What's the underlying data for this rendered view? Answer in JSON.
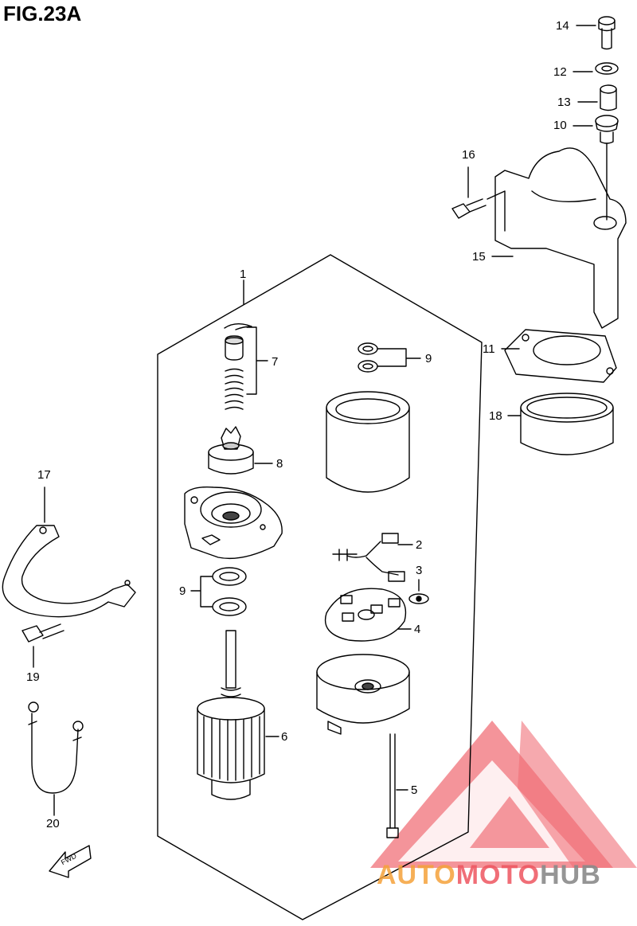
{
  "figure": {
    "title": "FIG.23A"
  },
  "callouts": {
    "c1": "1",
    "c2": "2",
    "c3": "3",
    "c4": "4",
    "c5": "5",
    "c6": "6",
    "c7": "7",
    "c8": "8",
    "c9a": "9",
    "c9b": "9",
    "c10": "10",
    "c11": "11",
    "c12": "12",
    "c13": "13",
    "c14": "14",
    "c15": "15",
    "c16": "16",
    "c17": "17",
    "c18": "18",
    "c19": "19",
    "c20": "20"
  },
  "fwd_arrow": {
    "label": "FWD"
  },
  "watermark": {
    "part1": "AUTO",
    "part2": "MOTO",
    "part3": "HUB",
    "colors": [
      "#f5a23a",
      "#ee5560",
      "#8a8a8a"
    ]
  }
}
